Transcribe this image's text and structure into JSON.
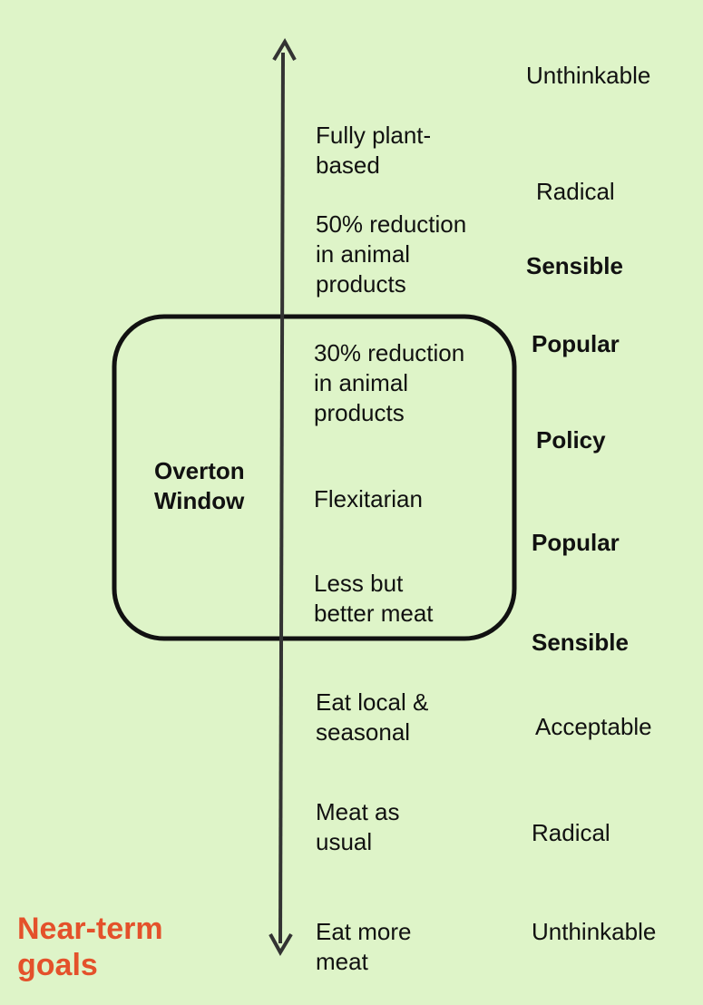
{
  "overton": {
    "label": "Overton\nWindow"
  },
  "options": [
    {
      "id": "fully-plant-based",
      "text": "Fully plant-\nbased"
    },
    {
      "id": "reduction-50",
      "text": "50% reduction\nin animal\nproducts"
    },
    {
      "id": "reduction-30",
      "text": "30% reduction\nin animal\nproducts"
    },
    {
      "id": "flexitarian",
      "text": "Flexitarian"
    },
    {
      "id": "less-better-meat",
      "text": "Less but\nbetter meat"
    },
    {
      "id": "eat-local",
      "text": "Eat local &\nseasonal"
    },
    {
      "id": "meat-as-usual",
      "text": "Meat as\nusual"
    },
    {
      "id": "eat-more-meat",
      "text": "Eat more\nmeat"
    }
  ],
  "ratings": [
    {
      "text": "Unthinkable",
      "bold": false
    },
    {
      "text": "Radical",
      "bold": false
    },
    {
      "text": "Sensible",
      "bold": true
    },
    {
      "text": "Popular",
      "bold": true
    },
    {
      "text": "Policy",
      "bold": true
    },
    {
      "text": "Popular",
      "bold": true
    },
    {
      "text": "Sensible",
      "bold": true
    },
    {
      "text": "Acceptable",
      "bold": false
    },
    {
      "text": "Radical",
      "bold": false
    },
    {
      "text": "Unthinkable",
      "bold": false
    }
  ],
  "goal": {
    "label": "Near-term\ngoals",
    "color": "#e4512b"
  },
  "colors": {
    "background": "#def4c8",
    "axis": "#333333",
    "window_border": "#111111"
  }
}
